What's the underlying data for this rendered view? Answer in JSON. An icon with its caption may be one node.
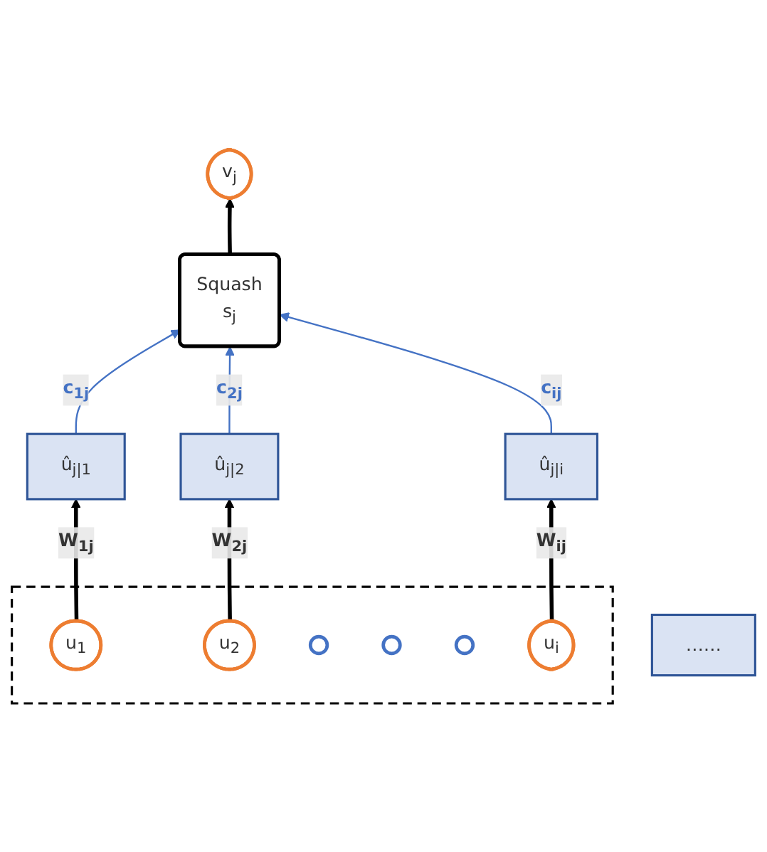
{
  "diagram": {
    "nodes": [
      {
        "text": [
          "v$_{j}$"
        ]
      },
      {
        "text": [
          "Squash",
          "s$_{j}$"
        ]
      },
      {
        "text": [
          "û$_{j|1}$"
        ]
      },
      {
        "text": [
          "û$_{j|2}$"
        ]
      },
      {
        "text": [
          "……"
        ]
      },
      {
        "text": [
          "û$_{j|i}$"
        ]
      },
      {
        "text": [],
        "shape": "box"
      },
      {
        "text": [
          "u$_{1}$"
        ],
        "in": 6
      },
      {
        "text": [
          "u$_{2}$"
        ],
        "in": 6
      },
      {
        "text": [],
        "shape": "circle",
        "in": 6
      },
      {
        "text": [],
        "shape": "circle",
        "in": 6
      },
      {
        "text": [],
        "shape": "circle",
        "in": 6
      },
      {
        "text": [
          "u$_{i}$"
        ],
        "in": 6
      }
    ],
    "edges": [
      {
        "from": 1,
        "to": 0,
        "arrow": "to"
      },
      {
        "from": 2,
        "to": 1,
        "arrow": "to",
        "label": "c$_{1j}$",
        "color": "#4472c4"
      },
      {
        "from": 3,
        "to": 1,
        "arrow": "to",
        "label": "c$_{2j}$",
        "color": "#4472c4"
      },
      {
        "from": 5,
        "to": 1,
        "arrow": "to",
        "label": "c$_{ij}$",
        "color": "#4472c4"
      },
      {
        "from": 7,
        "to": 2,
        "arrow": "to",
        "label": "W$_{1j}$"
      },
      {
        "from": 8,
        "to": 3,
        "arrow": "to",
        "label": "W$_{2j}$"
      },
      {
        "from": 12,
        "to": 5,
        "arrow": "to",
        "label": "W$_{ij}$"
      }
    ]
  }
}
